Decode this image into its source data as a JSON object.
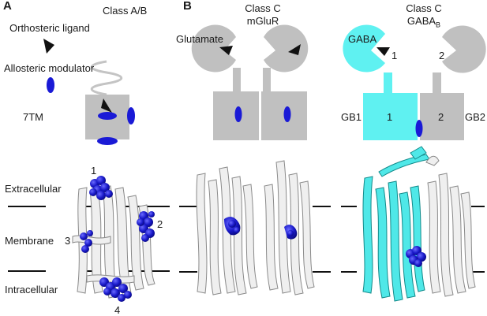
{
  "panel_a": {
    "letter": "A",
    "class_title": "Class A/B",
    "orthosteric_label": "Orthosteric ligand",
    "allosteric_label": "Allosteric modulator",
    "tm_label": "7TM",
    "site_numbers": [
      "1",
      "2",
      "3",
      "4"
    ]
  },
  "panel_b": {
    "letter": "B",
    "mglur": {
      "title_line1": "Class C",
      "title_line2": "mGluR",
      "ligand_label": "Glutamate"
    },
    "gabab": {
      "title_line1": "Class C",
      "title_line2_main": "GABA",
      "title_line2_sub": "B",
      "ligand_label": "GABA",
      "subunit_top_left": "1",
      "subunit_top_right": "2",
      "subunit_tm_left": "1",
      "subunit_tm_right": "2",
      "gb1_label": "GB1",
      "gb2_label": "GB2"
    }
  },
  "membrane_labels": {
    "extracellular": "Extracellular",
    "membrane": "Membrane",
    "intracellular": "Intracellular"
  },
  "colors": {
    "receptor_gray": "#c0c0c0",
    "modulator_blue": "#1a1ad6",
    "gb1_cyan": "#5ff1f1",
    "ribbon_outline": "#8a8a8a"
  }
}
